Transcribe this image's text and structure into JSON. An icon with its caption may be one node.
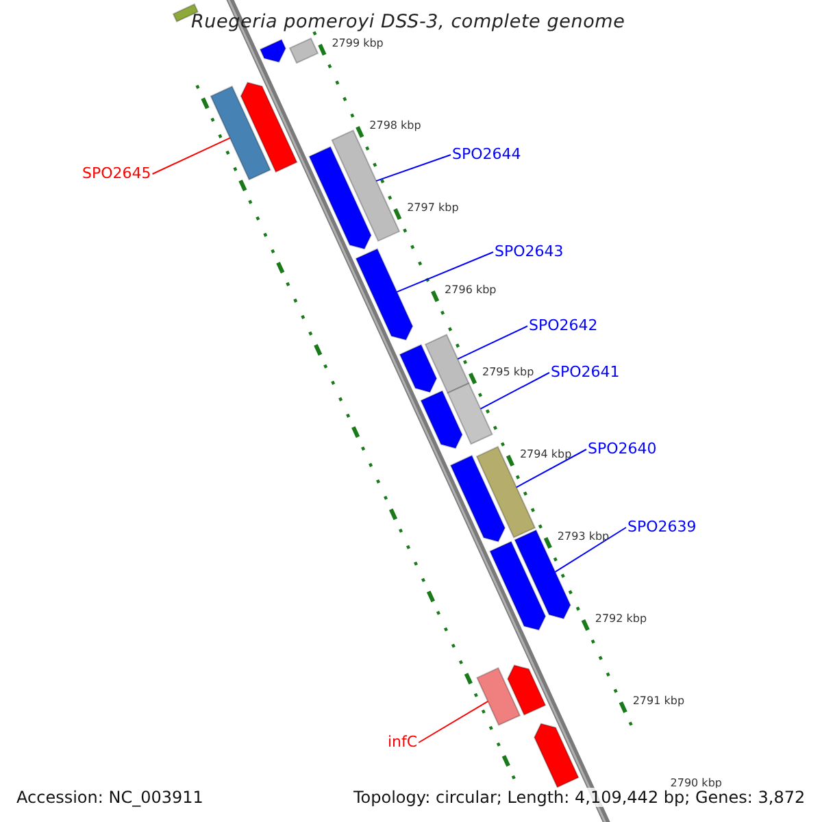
{
  "diagram": {
    "title": "Ruegeria pomeroyi DSS-3, complete genome",
    "nodes": [
      {
        "text": [
          "SPO2645"
        ]
      },
      {
        "text": [
          "SPO2644"
        ]
      },
      {
        "text": [
          "SPO2643"
        ]
      },
      {
        "text": [
          "SPO2642"
        ]
      },
      {
        "text": [
          "SPO2641"
        ]
      },
      {
        "text": [
          "SPO2640"
        ]
      },
      {
        "text": [
          "SPO2639"
        ]
      },
      {
        "text": [
          "infC"
        ]
      },
      {
        "text": [],
        "shape": "bar"
      },
      {
        "text": [],
        "shape": "bar"
      },
      {
        "text": [],
        "shape": "bar"
      },
      {
        "text": [],
        "shape": "bar"
      },
      {
        "text": [],
        "shape": "bar"
      },
      {
        "text": [],
        "shape": "bar"
      },
      {
        "text": [],
        "shape": "bar"
      },
      {
        "text": [],
        "shape": "bar"
      },
      {
        "text": [],
        "shape": "bar"
      },
      {
        "text": [],
        "shape": "bar"
      },
      {
        "text": [],
        "shape": "bar"
      },
      {
        "text": [],
        "shape": "bar"
      },
      {
        "text": [],
        "shape": "bar"
      },
      {
        "text": [],
        "shape": "bar"
      },
      {
        "text": [],
        "shape": "bar"
      },
      {
        "text": [],
        "shape": "bar"
      },
      {
        "text": [],
        "shape": "bar"
      },
      {
        "text": [],
        "shape": "bar"
      },
      {
        "text": [],
        "shape": "bar"
      }
    ],
    "edges": [
      {
        "from": 0,
        "to": 11,
        "arrow": "none",
        "color": "#ff0000"
      },
      {
        "from": 1,
        "to": 13,
        "arrow": "none"
      },
      {
        "from": 2,
        "to": 15,
        "arrow": "none"
      },
      {
        "from": 3,
        "to": 17,
        "arrow": "none"
      },
      {
        "from": 4,
        "to": 19,
        "arrow": "none"
      },
      {
        "from": 5,
        "to": 21,
        "arrow": "none"
      },
      {
        "from": 6,
        "to": 23,
        "arrow": "none"
      },
      {
        "from": 7,
        "to": 24,
        "arrow": "none",
        "color": "#ff0000"
      }
    ],
    "labels": [
      "2799 kbp",
      "2798 kbp",
      "2797 kbp",
      "2796 kbp",
      "2795 kbp",
      "2794 kbp",
      "2793 kbp",
      "2792 kbp",
      "2791 kbp",
      "2790 kbp",
      "Accession: NC_003911",
      "Topology: circular; Length: 4,109,442 bp; Genes: 3,872"
    ]
  }
}
